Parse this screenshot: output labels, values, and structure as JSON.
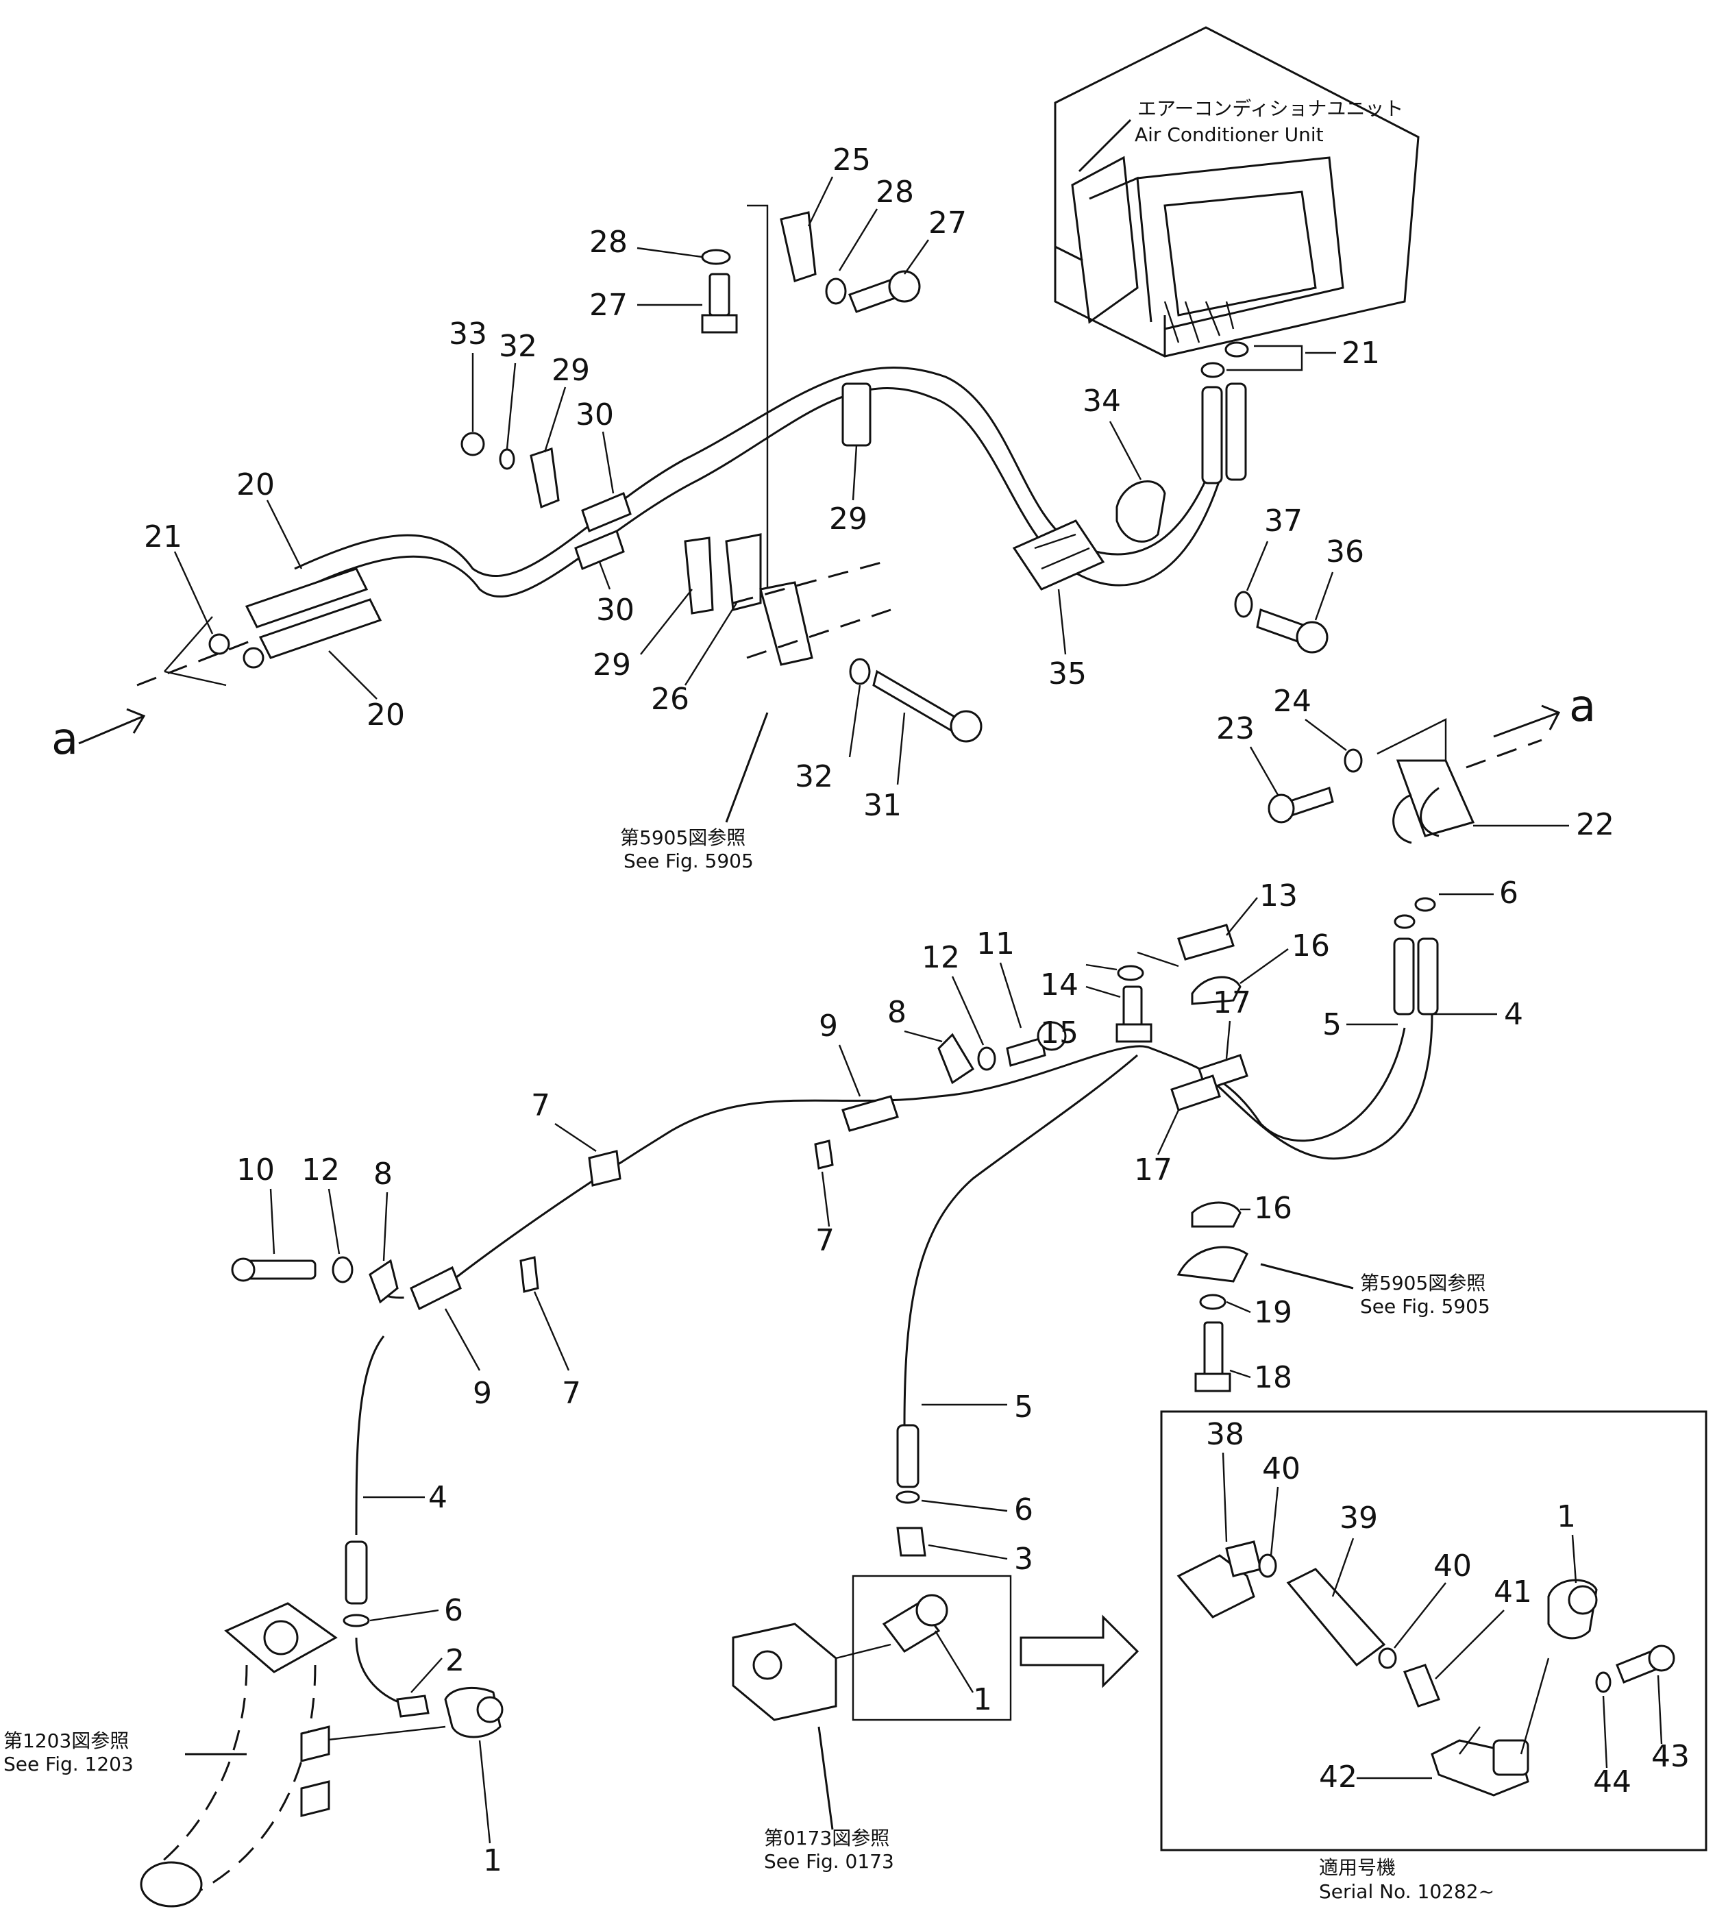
{
  "diagram": {
    "unit_label_jp": "エアーコンディショナユニット",
    "unit_label_en": "Air Conditioner Unit",
    "ref_5905_top_jp": "第5905図参照",
    "ref_5905_top_en": "See Fig. 5905",
    "ref_5905_right_jp": "第5905図参照",
    "ref_5905_right_en": "See Fig. 5905",
    "ref_1203_jp": "第1203図参照",
    "ref_1203_en": "See Fig. 1203",
    "ref_0173_jp": "第0173図参照",
    "ref_0173_en": "See Fig. 0173",
    "serial_jp": "適用号機",
    "serial_en": "Serial No. 10282~",
    "arrow_a_left": "a",
    "arrow_a_right": "a"
  },
  "callouts": {
    "c1a": "1",
    "c1b": "1",
    "c1c": "1",
    "c2": "2",
    "c3": "3",
    "c4a": "4",
    "c4b": "4",
    "c5a": "5",
    "c5b": "5",
    "c6a": "6",
    "c6b": "6",
    "c6c": "6",
    "c7a": "7",
    "c7b": "7",
    "c7c": "7",
    "c8a": "8",
    "c8b": "8",
    "c9a": "9",
    "c9b": "9",
    "c10": "10",
    "c11": "11",
    "c12a": "12",
    "c12b": "12",
    "c13": "13",
    "c14": "14",
    "c15": "15",
    "c16a": "16",
    "c16b": "16",
    "c17a": "17",
    "c17b": "17",
    "c18": "18",
    "c19": "19",
    "c20a": "20",
    "c20b": "20",
    "c21a": "21",
    "c21b": "21",
    "c22": "22",
    "c23": "23",
    "c24": "24",
    "c25": "25",
    "c26": "26",
    "c27a": "27",
    "c27b": "27",
    "c28a": "28",
    "c28b": "28",
    "c29a": "29",
    "c29b": "29",
    "c29c": "29",
    "c30a": "30",
    "c30b": "30",
    "c31": "31",
    "c32a": "32",
    "c32b": "32",
    "c33": "33",
    "c34": "34",
    "c35": "35",
    "c36": "36",
    "c37": "37",
    "c38": "38",
    "c39": "39",
    "c40a": "40",
    "c40b": "40",
    "c41": "41",
    "c42": "42",
    "c43": "43",
    "c44": "44"
  }
}
